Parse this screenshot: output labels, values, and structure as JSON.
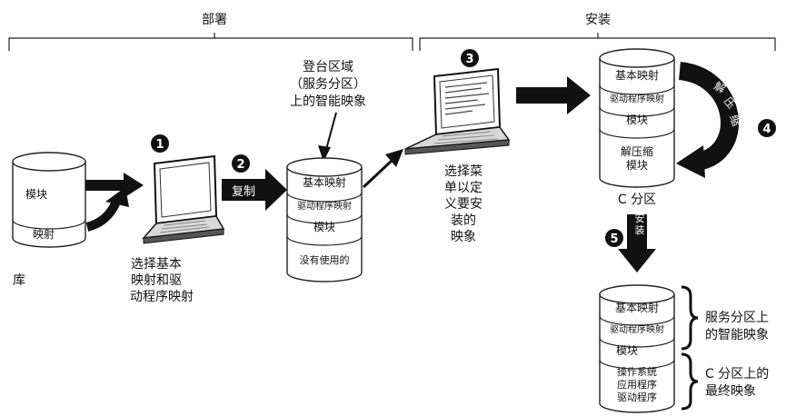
{
  "phases": {
    "deploy": "部署",
    "install": "安装"
  },
  "steps": [
    "1",
    "2",
    "3",
    "4",
    "5"
  ],
  "library": {
    "label": "库",
    "segments": [
      "模块",
      "映射"
    ]
  },
  "select_text": [
    "选择基本",
    "映射和驱",
    "动程序映射"
  ],
  "copy_label": "复制",
  "staging_caption": [
    "登台区域",
    "（服务分区）",
    "上的智能映象"
  ],
  "staging_disk": [
    "基本映射",
    "驱动程序映射",
    "模块",
    "没有使用的"
  ],
  "menu_text": [
    "选择菜",
    "单以定",
    "义要安",
    "装的",
    "映象"
  ],
  "c_disk": [
    "基本映射",
    "驱动程序映射",
    "模块",
    "解压缩",
    "模块"
  ],
  "c_label": "C 分区",
  "unzip_label": [
    "解",
    "压",
    "缩"
  ],
  "install_label": [
    "安",
    "装"
  ],
  "final_disk": [
    "基本映射",
    "驱动程序映射",
    "模块",
    "操作系统",
    "应用程序",
    "驱动程序"
  ],
  "final_brace_labels": {
    "service": [
      "服务分区上",
      "的智能映象"
    ],
    "c": [
      "C 分区上的",
      "最终映象"
    ]
  }
}
